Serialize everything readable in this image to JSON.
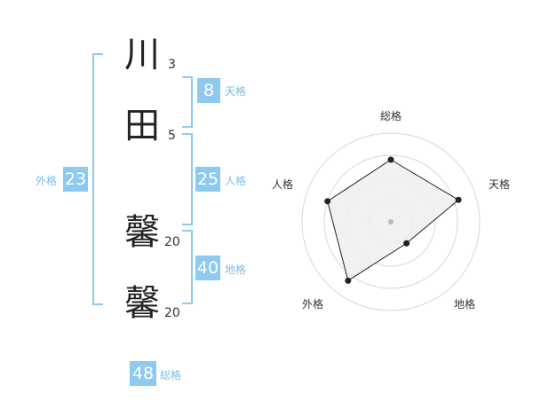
{
  "name": {
    "chars": [
      {
        "char": "川",
        "strokes": "3"
      },
      {
        "char": "田",
        "strokes": "5"
      },
      {
        "char": "馨",
        "strokes": "20"
      },
      {
        "char": "馨",
        "strokes": "20"
      }
    ]
  },
  "scores": {
    "tenkaku": {
      "value": "8",
      "label": "天格"
    },
    "jinkaku": {
      "value": "25",
      "label": "人格"
    },
    "chikaku": {
      "value": "40",
      "label": "地格"
    },
    "gaikaku": {
      "value": "23",
      "label": "外格"
    },
    "soukaku": {
      "value": "48",
      "label": "総格"
    }
  },
  "radar": {
    "labels": {
      "soukaku": "総格",
      "tenkaku": "天格",
      "chikaku": "地格",
      "gaikaku": "外格",
      "jinkaku": "人格"
    },
    "scale_max": 5,
    "rings": 4,
    "values": {
      "soukaku": 3.5,
      "tenkaku": 4.0,
      "chikaku": 1.5,
      "gaikaku": 4.1,
      "jinkaku": 3.75
    },
    "colors": {
      "fill": "#efefef",
      "ring": "#d8d8d8",
      "line": "#222222",
      "center": "#bbbbbb"
    }
  }
}
